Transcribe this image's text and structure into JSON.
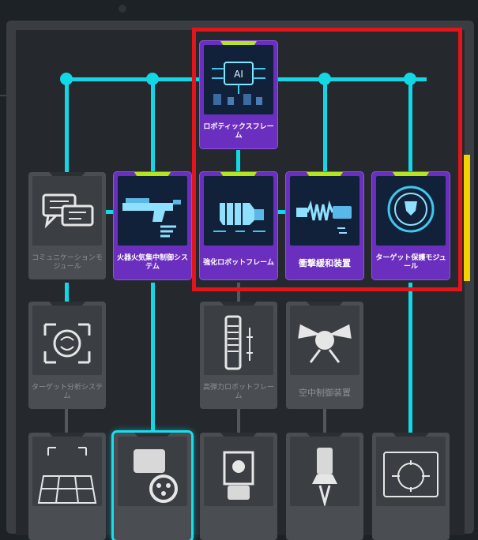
{
  "colors": {
    "connector": "#12d8e6",
    "card_active": "#6b2fc0",
    "card_locked": "#4a4d52",
    "tab_active": "#b5e61d",
    "highlight": "#e4141b",
    "accent": "#f5d100"
  },
  "cards": {
    "robotics_frame": {
      "label": "ロボティックスフレーム",
      "icon": "ai-chip-icon",
      "state": "active"
    },
    "communication": {
      "label": "コミュニケーションモジュール",
      "icon": "speech-bubbles-icon",
      "state": "locked"
    },
    "firearms_control": {
      "label": "火器火気集中制御システム",
      "icon": "gun-icon",
      "state": "active"
    },
    "reinforced_frame": {
      "label": "強化ロボットフレーム",
      "icon": "fist-icon",
      "state": "active"
    },
    "shock_absorber": {
      "label": "衝撃緩和装置",
      "icon": "spring-icon",
      "state": "active"
    },
    "target_protection": {
      "label": "ターゲット保護モジュール",
      "icon": "target-shield-icon",
      "state": "active"
    },
    "target_analysis": {
      "label": "ターゲット分析システム",
      "icon": "target-brain-icon",
      "state": "locked"
    },
    "high_elastic_frame": {
      "label": "高弾力ロボットフレーム",
      "icon": "coil-frame-icon",
      "state": "locked"
    },
    "aerial_control": {
      "label": "空中制御装置",
      "icon": "drone-icon",
      "state": "locked"
    },
    "row4_grid": {
      "label": "",
      "icon": "grid-floor-icon",
      "state": "locked"
    },
    "row4_cannon": {
      "label": "",
      "icon": "cannon-icon",
      "state": "selected"
    },
    "row4_armor": {
      "label": "",
      "icon": "armor-icon",
      "state": "locked"
    },
    "row4_thruster": {
      "label": "",
      "icon": "thruster-icon",
      "state": "locked"
    },
    "row4_scope": {
      "label": "",
      "icon": "scope-icon",
      "state": "locked"
    }
  }
}
